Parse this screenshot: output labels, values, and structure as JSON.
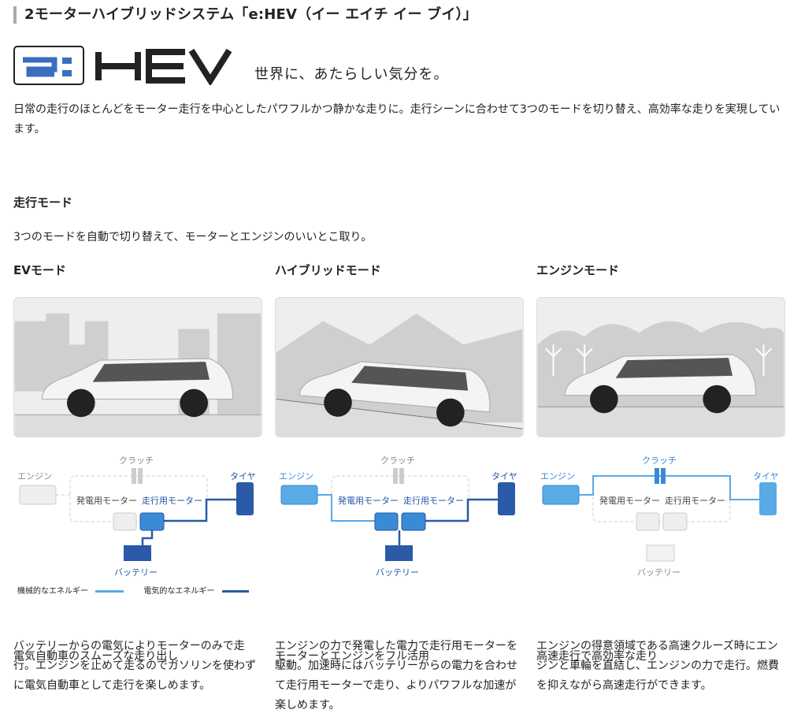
{
  "heading": "2モーターハイブリッドシステム「e:HEV（イー エイチ イー ブイ）」",
  "logo": {
    "e": "e:",
    "hev": "HEV"
  },
  "tagline": "世界に、あたらしい気分を。",
  "intro": "日常の走行のほとんどをモーター走行を中心としたパワフルかつ静かな走りに。走行シーンに合わせて3つのモードを切り替え、高効率な走りを実現しています。",
  "section_title": "走行モード",
  "lead": "3つのモードを自動で切り替えて、モーターとエンジンのいいとこ取り。",
  "labels": {
    "engine": "エンジン",
    "clutch": "クラッチ",
    "gen_motor": "発電用モーター",
    "drive_motor": "走行用モーター",
    "tire": "タイヤ",
    "battery": "バッテリー"
  },
  "legend": {
    "mechanical": "機械的なエネルギー",
    "electrical": "電気的なエネルギー"
  },
  "colors": {
    "mechanical": "#5aaae6",
    "electrical": "#2a5aa8"
  },
  "modes": [
    {
      "title": "EVモード",
      "caption": "電気自動車のスムーズな走り出し",
      "body": "バッテリーからの電気によりモーターのみで走行。エンジンを止めて走るのでガソリンを使わずに電気自動車として走行を楽しめます。"
    },
    {
      "title": "ハイブリッドモード",
      "caption": "モーターとエンジンをフル活用",
      "body": "エンジンの力で発電した電力で走行用モーターを駆動。加速時にはバッテリーからの電力を合わせて走行用モーターで走り、よりパワフルな加速が楽しめます。"
    },
    {
      "title": "エンジンモード",
      "caption": "高速走行で高効率な走り",
      "body": "エンジンの得意領域である高速クルーズ時にエンジンと車輪を直結し、エンジンの力で走行。燃費を抑えながら高速走行ができます。"
    }
  ]
}
